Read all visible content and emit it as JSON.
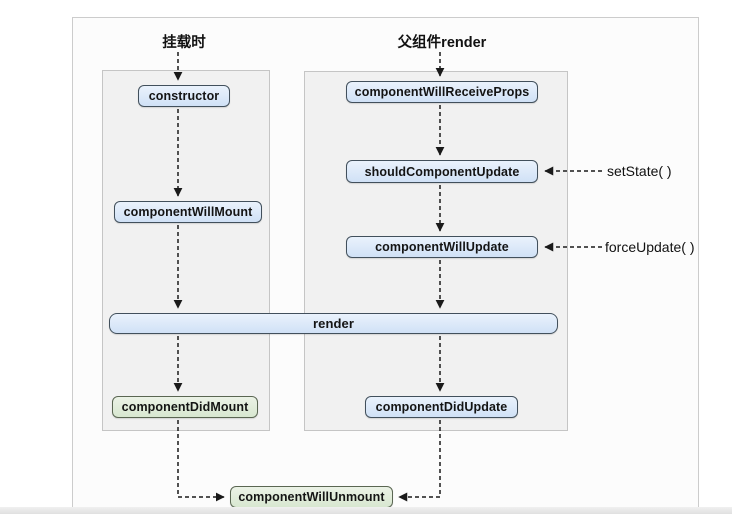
{
  "diagram": {
    "annotations": {
      "mount": "挂载时",
      "parent_render": "父组件render",
      "set_state": "setState( )",
      "force_update": "forceUpdate( )"
    },
    "nodes": {
      "constructor": "constructor",
      "component_will_mount": "componentWillMount",
      "component_did_mount": "componentDidMount",
      "component_will_receive_props": "componentWillReceiveProps",
      "should_component_update": "shouldComponentUpdate",
      "component_will_update": "componentWillUpdate",
      "component_did_update": "componentDidUpdate",
      "render": "render",
      "component_will_unmount": "componentWillUnmount"
    },
    "colors": {
      "node_blue_fill": "#d0e1f6",
      "node_blue_border": "#42505c",
      "node_green_fill": "#d8e7d0",
      "node_green_border": "#5a6652",
      "column_fill": "#f1f1f1",
      "column_border": "#c5c5c5",
      "arrow": "#1a1a1a"
    }
  }
}
